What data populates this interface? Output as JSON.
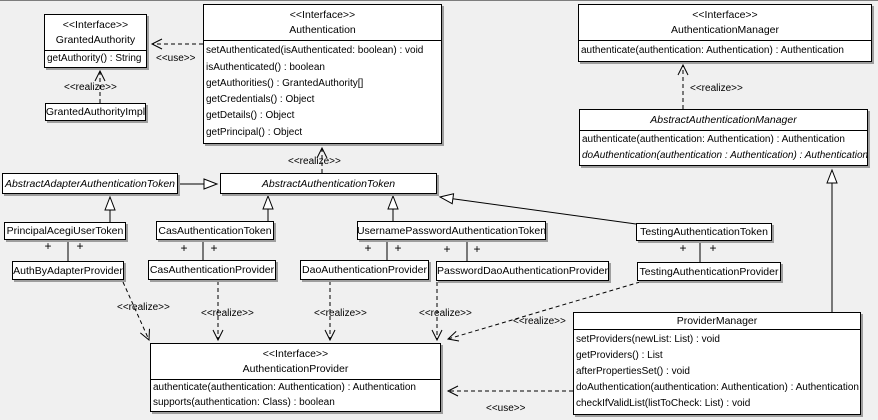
{
  "theme": {
    "bg": "#f0f0f0",
    "boxfill": "#ffffff",
    "line": "#000000",
    "shadow": "#9e9e9e"
  },
  "labels": {
    "interface": "<<Interface>>",
    "realize": "<<realize>>",
    "use": "<<use>>",
    "plus": "+"
  },
  "classes": {
    "granted_authority": {
      "stereotype": "<<Interface>>",
      "name": "GrantedAuthority",
      "methods": [
        "getAuthority() : String"
      ]
    },
    "granted_authority_impl": {
      "name": "GrantedAuthorityImpl"
    },
    "authentication": {
      "stereotype": "<<Interface>>",
      "name": "Authentication",
      "methods": [
        "setAuthenticated(isAuthenticated: boolean) : void",
        "isAuthenticated() : boolean",
        "getAuthorities() : GrantedAuthority[]",
        "getCredentials() : Object",
        "getDetails() : Object",
        "getPrincipal() : Object"
      ]
    },
    "authentication_manager": {
      "stereotype": "<<Interface>>",
      "name": "AuthenticationManager",
      "methods": [
        "authenticate(authentication: Authentication) : Authentication"
      ]
    },
    "abstract_authentication_manager": {
      "name": "AbstractAuthenticationManager",
      "methods": [
        "authenticate(authentication: Authentication) : Authentication",
        "doAuthentication(authentication : Authentication) : Authentication"
      ]
    },
    "abstract_adapter_authentication_token": {
      "name": "AbstractAdapterAuthenticationToken"
    },
    "abstract_authentication_token": {
      "name": "AbstractAuthenticationToken"
    },
    "principal_acegi_user_token": {
      "name": "PrincipalAcegiUserToken"
    },
    "cas_authentication_token": {
      "name": "CasAuthenticationToken"
    },
    "username_password_authentication_token": {
      "name": "UsernamePasswordAuthenticationToken"
    },
    "testing_authentication_token": {
      "name": "TestingAuthenticationToken"
    },
    "auth_by_adapter_provider": {
      "name": "AuthByAdapterProvider"
    },
    "cas_authentication_provider": {
      "name": "CasAuthenticationProvider"
    },
    "dao_authentication_provider": {
      "name": "DaoAuthenticationProvider"
    },
    "password_dao_authentication_provider": {
      "name": "PasswordDaoAuthenticationProvider"
    },
    "testing_authentication_provider": {
      "name": "TestingAuthenticationProvider"
    },
    "authentication_provider": {
      "stereotype": "<<Interface>>",
      "name": "AuthenticationProvider",
      "methods": [
        "authenticate(authentication: Authentication) : Authentication",
        "supports(authentication: Class) : boolean"
      ]
    },
    "provider_manager": {
      "name": "ProviderManager",
      "methods": [
        "setProviders(newList: List) : void",
        "getProviders() : List",
        "afterPropertiesSet() : void",
        "doAuthentication(authentication: Authentication) : Authentication",
        "checkIfValidList(listToCheck: List) : void"
      ]
    }
  }
}
